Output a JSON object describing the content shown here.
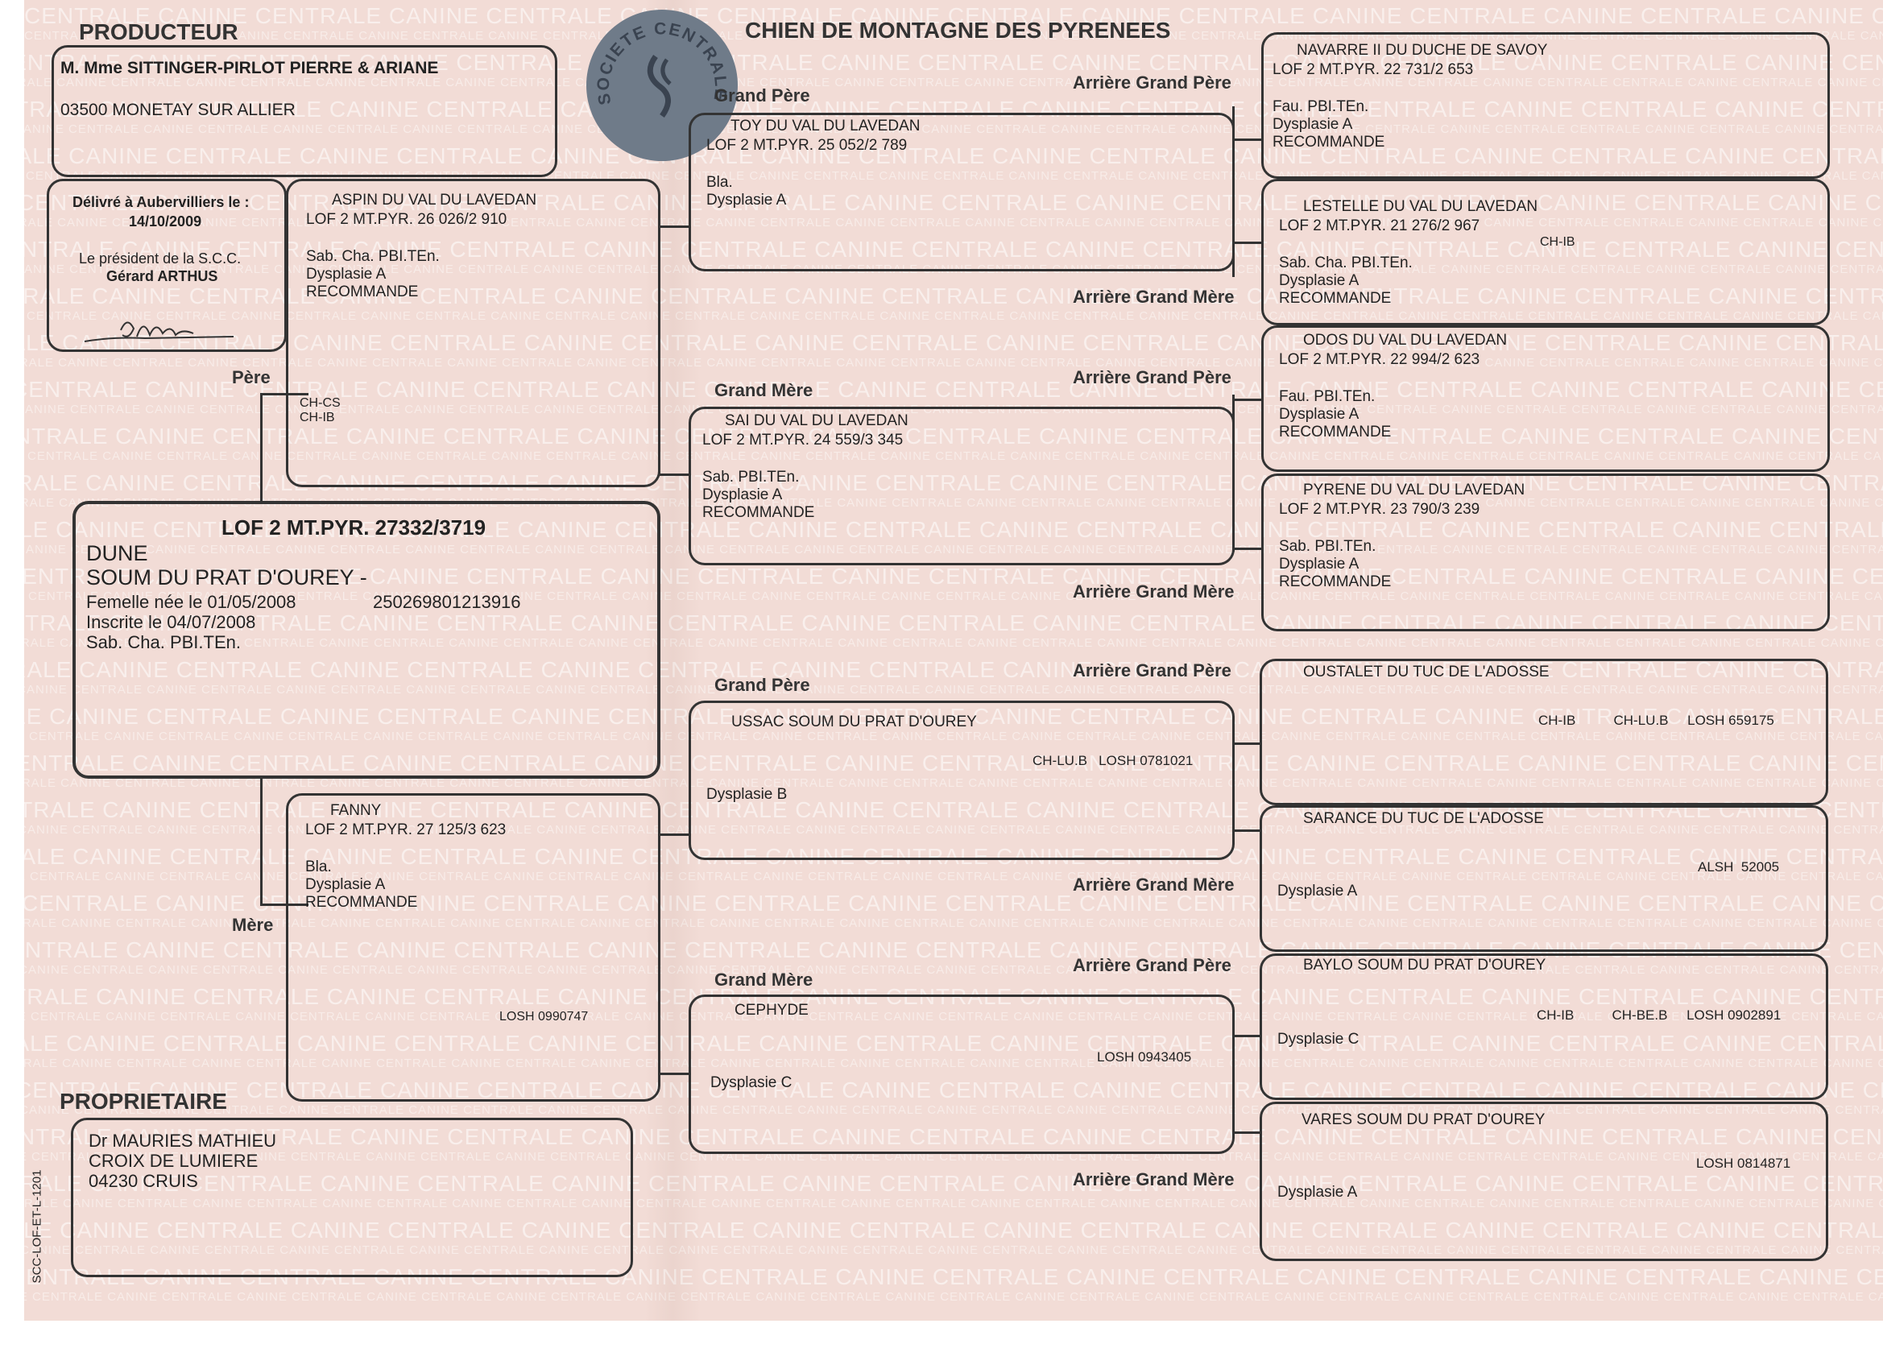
{
  "breed_title": "CHIEN DE MONTAGNE DES PYRENEES",
  "watermark_text": "CENTRALE CANINE CENTRALE CANINE CENTRALE CANINE CENTRALE CANINE CENTRALE CANINE CENTRALE CANINE CENTRALE CANINE CENTRALE CANINE CENTRALE CANINE CENTRALE CANINE CENTRALE CANINE CENTRALE CANINE CENTRALE",
  "seal_text": "SOCIETE CENTRALE CANINE",
  "producer": {
    "heading": "PRODUCTEUR",
    "name": "M. Mme SITTINGER-PIRLOT PIERRE & ARIANE",
    "address": "03500 MONETAY SUR ALLIER"
  },
  "delivery": {
    "line1": "Délivré à Aubervilliers le :",
    "date": "14/10/2009",
    "line2": "Le président de la S.C.C.",
    "president": "Gérard ARTHUS"
  },
  "subject": {
    "lof": "LOF  2 MT.PYR. 27332/3719",
    "name": "DUNE",
    "affix": "SOUM DU PRAT D'OUREY -",
    "born": "Femelle née le  01/05/2008",
    "chip": "250269801213916",
    "registered": "Inscrite le 04/07/2008",
    "tests": "Sab. Cha. PBI.TEn."
  },
  "owner": {
    "heading": "PROPRIETAIRE",
    "name": "Dr MAURIES MATHIEU",
    "street": "CROIX DE LUMIERE",
    "city": "04230 CRUIS",
    "form_code": "SCC-LOF-ET-L-1201"
  },
  "labels": {
    "pere": "Père",
    "mere": "Mère",
    "grand_pere": "Grand Père",
    "grand_mere": "Grand Mère",
    "arriere_grand_pere": "Arrière Grand Père",
    "arriere_grand_mere": "Arrière Grand Mère"
  },
  "sire": {
    "name": "ASPIN  DU VAL DU LAVEDAN",
    "reg": "LOF 2 MT.PYR. 26 026/2 910",
    "tests": "Sab. Cha. PBI.TEn.",
    "dysplasia": "Dysplasie A",
    "status": "RECOMMANDE",
    "title1": "CH-CS",
    "title2": "CH-IB"
  },
  "dam": {
    "name": "FANNY",
    "reg": "LOF 2 MT.PYR. 27 125/3 623",
    "tests": "Bla.",
    "dysplasia": "Dysplasie A",
    "status": "RECOMMANDE",
    "losh": "LOSH 0990747"
  },
  "gp_paternal": {
    "name": "TOY  DU VAL DU LAVEDAN",
    "reg": "LOF 2 MT.PYR. 25 052/2 789",
    "tests": "Bla.",
    "dysplasia": "Dysplasie A"
  },
  "gm_paternal": {
    "name": "SAI  DU VAL DU LAVEDAN",
    "reg": "LOF 2 MT.PYR. 24 559/3 345",
    "tests": "Sab. PBI.TEn.",
    "dysplasia": "Dysplasie A",
    "status": "RECOMMANDE"
  },
  "gp_maternal": {
    "name": "USSAC SOUM DU PRAT D'OUREY",
    "titles": "CH-LU.B   LOSH 0781021",
    "dysplasia": "Dysplasie B"
  },
  "gm_maternal": {
    "name": "CEPHYDE",
    "losh": "LOSH 0943405",
    "dysplasia": "Dysplasie C"
  },
  "ggp": [
    {
      "name": "NAVARRE II  DU DUCHE DE SAVOY",
      "reg": "LOF 2 MT.PYR. 22 731/2 653",
      "tests": "Fau. PBI.TEn.",
      "dysplasia": "Dysplasie A",
      "status": "RECOMMANDE"
    },
    {
      "name": "LESTELLE  DU VAL DU LAVEDAN",
      "reg": "LOF 2 MT.PYR. 21 276/2 967",
      "titles": "CH-IB",
      "tests": "Sab. Cha. PBI.TEn.",
      "dysplasia": "Dysplasie A",
      "status": "RECOMMANDE"
    },
    {
      "name": "ODOS  DU VAL DU LAVEDAN",
      "reg": "LOF 2 MT.PYR. 22 994/2 623",
      "tests": "Fau. PBI.TEn.",
      "dysplasia": "Dysplasie A",
      "status": "RECOMMANDE"
    },
    {
      "name": "PYRENE  DU VAL DU LAVEDAN",
      "reg": "LOF 2 MT.PYR. 23 790/3 239",
      "tests": "Sab. PBI.TEn.",
      "dysplasia": "Dysplasie A",
      "status": "RECOMMANDE"
    },
    {
      "name": "OUSTALET DU TUC DE L'ADOSSE",
      "titles": "CH-IB          CH-LU.B     LOSH 659175"
    },
    {
      "name": "SARANCE DU TUC DE L'ADOSSE",
      "titles": "ALSH  52005",
      "dysplasia": "Dysplasie A"
    },
    {
      "name": "BAYLO SOUM DU PRAT D'OUREY",
      "titles": "CH-IB          CH-BE.B     LOSH 0902891",
      "dysplasia": "Dysplasie C"
    },
    {
      "name": "VARES SOUM DU PRAT D'OUREY",
      "titles": "LOSH 0814871",
      "dysplasia": "Dysplasie A"
    }
  ]
}
